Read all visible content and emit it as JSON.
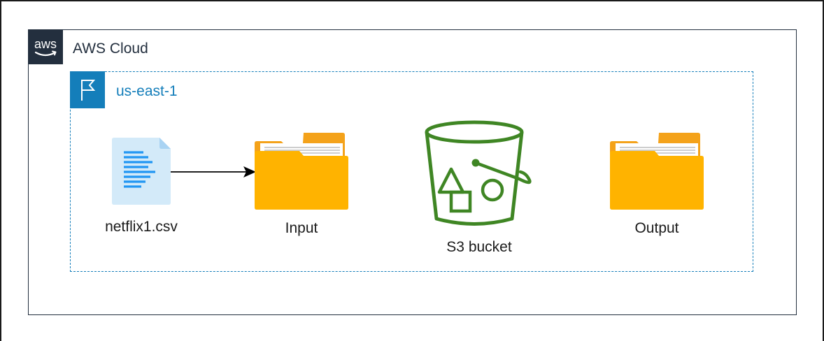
{
  "cloud": {
    "label": "AWS Cloud",
    "logo_text": "aws",
    "colors": {
      "border": "#232f3e",
      "badge": "#232f3e"
    }
  },
  "region": {
    "label": "us-east-1",
    "colors": {
      "border": "#147eba",
      "badge": "#147eba"
    }
  },
  "nodes": {
    "csv_file": {
      "label": "netflix1.csv",
      "icon": "document-icon"
    },
    "input_folder": {
      "label": "Input",
      "icon": "folder-icon"
    },
    "s3_bucket": {
      "label": "S3 bucket",
      "icon": "s3-bucket-icon",
      "color": "#3f8624"
    },
    "output_folder": {
      "label": "Output",
      "icon": "folder-icon"
    }
  },
  "edges": [
    {
      "from": "csv_file",
      "to": "input_folder",
      "style": "solid-arrow"
    }
  ],
  "colors": {
    "folder": "#ffb300",
    "folder_back": "#f4a21a",
    "document": "#d3eaf9",
    "document_lines": "#2196f3"
  }
}
